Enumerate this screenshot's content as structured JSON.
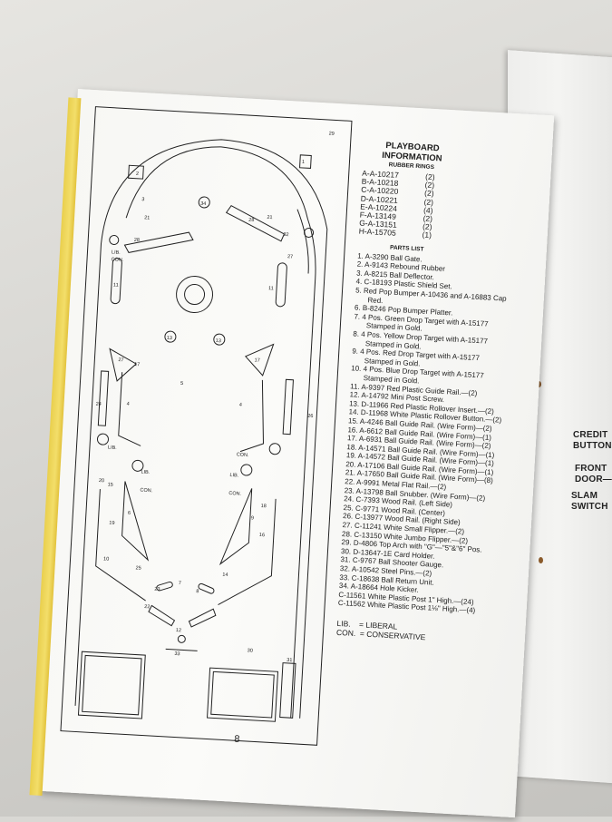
{
  "back_page": {
    "labels": [
      "CREDIT",
      "BUTTON",
      "FRONT",
      "DOOR—",
      "SLAM",
      "SWITCH"
    ]
  },
  "page": {
    "page_number": "8",
    "info": {
      "title_line1": "PLAYBOARD",
      "title_line2": "INFORMATION",
      "rings_heading": "RUBBER RINGS",
      "rings": [
        {
          "code": "A-A-10217",
          "qty": "(2)"
        },
        {
          "code": "B-A-10218",
          "qty": "(2)"
        },
        {
          "code": "C-A-10220",
          "qty": "(2)"
        },
        {
          "code": "D-A-10221",
          "qty": "(2)"
        },
        {
          "code": "E-A-10224",
          "qty": "(4)"
        },
        {
          "code": "F-A-13149",
          "qty": "(2)"
        },
        {
          "code": "G-A-13151",
          "qty": "(2)"
        },
        {
          "code": "H-A-15705",
          "qty": "(1)"
        }
      ],
      "parts_heading": "PARTS LIST",
      "parts": [
        "1. A-3290 Ball Gate.",
        "2. A-9143 Rebound Rubber",
        "3. A-8215 Ball Deflector.",
        "4. C-18193 Plastic Shield Set.",
        "5. Red Pop Bumper A-10436 and A-16883 Cap",
        "Red.",
        "6. B-8246 Pop Bumper Platter.",
        "7. 4 Pos. Green Drop Target with A-15177",
        "Stamped in Gold.",
        "8. 4 Pos. Yellow Drop Target with A-15177",
        "Stamped in Gold.",
        "9. 4 Pos. Red Drop Target with A-15177",
        "Stamped in Gold.",
        "10. 4 Pos. Blue Drop Target with A-15177",
        "Stamped in Gold.",
        "11. A-9397 Red Plastic Guide Rail.—(2)",
        "12. A-14792 Mini Post Screw.",
        "13. D-11966 Red Plastic Rollover Insert.—(2)",
        "14. D-11968 White Plastic Rollover Button.—(2)",
        "15. A-4246 Ball Guide Rail. (Wire Form)—(2)",
        "16. A-6612 Ball Guide Rail. (Wire Form)—(1)",
        "17. A-6931 Ball Guide Rail. (Wire Form)—(2)",
        "18. A-14571 Ball Guide Rail. (Wire Form)—(1)",
        "19. A-14572 Ball Guide Rail. (Wire Form)—(1)",
        "20. A-17106 Ball Guide Rail. (Wire Form)—(1)",
        "21. A-17650 Ball Guide Rail. (Wire Form)—(8)",
        "22. A-9991 Metal Flat Rail.—(2)",
        "23. A-13798 Ball Snubber. (Wire Form)—(2)",
        "24. C-7393 Wood Rail. (Left Side)",
        "25. C-9771 Wood Rail. (Center)",
        "26. C-13977 Wood Rail. (Right Side)",
        "27. C-11241 White Small Flipper.—(2)",
        "28. C-13150 White Jumbo Flipper.—(2)",
        "29. D-4806 Top Arch with \"G\"—\"5\"&\"6\" Pos.",
        "30. D-13647-1E Card Holder.",
        "31. C-9767 Ball Shooter Gauge.",
        "32. A-10542 Steel Pins.—(2)",
        "33. C-18638 Ball Return Unit.",
        "34. A-18664 Hole Kicker.",
        "C-11561 White Plastic Post 1\" High.—(24)",
        "C-11562 White Plastic Post 1⅛\" High.—(4)"
      ],
      "legend": [
        "LIB.    = LIBERAL",
        "CON.  = CONSERVATIVE"
      ]
    },
    "diagram": {
      "labels": {
        "l29": "29",
        "l34": "34",
        "l1": "1",
        "l2": "2",
        "l3": "3",
        "l4a": "4",
        "l4b": "4",
        "l5": "5",
        "l6": "6",
        "l7": "7",
        "l8": "8",
        "l9": "9",
        "l10": "10",
        "l11a": "11",
        "l11b": "11",
        "l12": "12",
        "l13a": "13",
        "l13b": "13",
        "l14": "14",
        "l15": "15",
        "l16": "16",
        "l17a": "17",
        "l17b": "17",
        "l18": "18",
        "l19": "19",
        "l20": "20",
        "l21a": "21",
        "l21b": "21",
        "l22": "22",
        "l23": "23",
        "l24": "24",
        "l25": "25",
        "l26": "26",
        "l27a": "27",
        "l27b": "27",
        "l28a": "28",
        "l28b": "28",
        "l30": "30",
        "l31": "31",
        "l32": "32",
        "l33": "33",
        "lib1": "LIB.",
        "con1": "CON.",
        "lib2": "LIB.",
        "con2": "CON.",
        "lib3": "LIB.",
        "con3": "CON.",
        "lib4": "LIB.",
        "con4": "CON."
      }
    }
  }
}
